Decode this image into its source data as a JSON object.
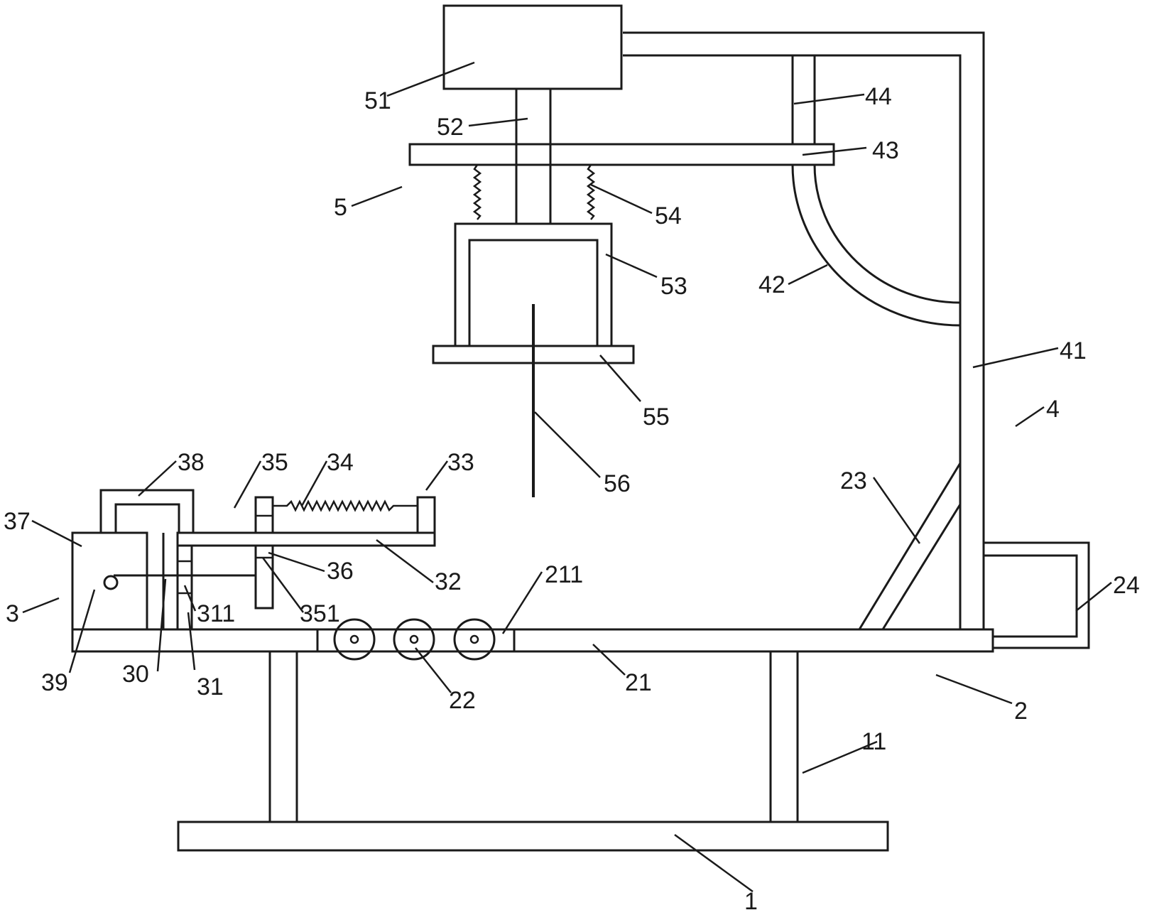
{
  "figure": {
    "type": "patent mechanical drawing",
    "line_color": "#1a1a1a",
    "background": "#ffffff"
  },
  "labels": {
    "l1": "1",
    "l11": "11",
    "l2": "2",
    "l21": "21",
    "l211": "211",
    "l22": "22",
    "l23": "23",
    "l24": "24",
    "l3": "3",
    "l30": "30",
    "l31": "31",
    "l311": "311",
    "l32": "32",
    "l33": "33",
    "l34": "34",
    "l35": "35",
    "l351": "351",
    "l36": "36",
    "l37": "37",
    "l38": "38",
    "l39": "39",
    "l4": "4",
    "l41": "41",
    "l42": "42",
    "l43": "43",
    "l44": "44",
    "l5": "5",
    "l51": "51",
    "l52": "52",
    "l53": "53",
    "l54": "54",
    "l55": "55",
    "l56": "56"
  }
}
